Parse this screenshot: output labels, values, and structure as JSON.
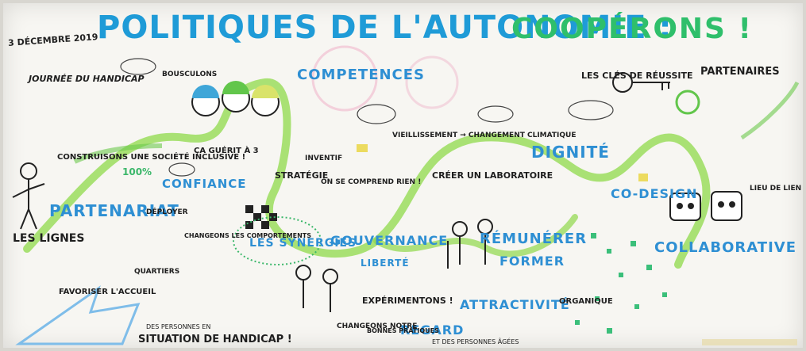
{
  "title": {
    "date": "3 DÉCEMBRE 2019",
    "main": "POLITIQUES DE L'AUTONOMIE :",
    "sub": "COOPÉRONS !"
  },
  "keywords": {
    "competences": "COMPETENCES",
    "partenariat": "PARTENARIAT",
    "confiance": "CONFIANCE",
    "synergies": "LES SYNERGIES",
    "gouvernance": "GOUVERNANCE",
    "liberte": "LIBERTÉ",
    "dignite": "DIGNITÉ",
    "codesign": "CO-DESIGN",
    "collaborative": "COLLABORATIVE",
    "remunerer": "RÉMUNÉRER",
    "former": "FORMER",
    "attractivite": "ATTRACTIVITÉ",
    "regard": "REGARD",
    "partenaires": "PARTENAIRES",
    "lignes": "LES LIGNES",
    "situation_handicap": "SITUATION DE HANDICAP !"
  },
  "annotations": {
    "journee": "JOURNÉE DU HANDICAP",
    "construisons": "CONSTRUISONS UNE SOCIÉTÉ INCLUSIVE !",
    "cent": "100%",
    "bousculer": "BOUSCULONS",
    "accueil": "FAVORISER L'ACCUEIL",
    "changeons_comportements": "CHANGEONS LES COMPORTEMENTS",
    "deployer": "DÉPLOYER",
    "strategie": "STRATÉGIE",
    "inventif": "INVENTIF",
    "laboratoire": "CRÉER UN LABORATOIRE",
    "vieillissement": "VIEILLISSEMENT → CHANGEMENT CLIMATIQUE",
    "experimentons": "EXPÉRIMENTONS !",
    "changeons_notre": "CHANGEONS NOTRE",
    "personnes_agees": "ET DES PERSONNES ÂGÉES",
    "les_cles": "LES CLÉS DE RÉUSSITE",
    "organique": "ORGANIQUE",
    "bonnes_pratiques": "BONNES PRATIQUES",
    "quartiers": "QUARTIERS",
    "perso_situation": "DES PERSONNES EN",
    "ca_guerit": "ÇA GUÉRIT À 3",
    "lieu_bien": "LIEU DE LIEN",
    "on_se_comprend": "ON SE COMPREND RIEN !"
  },
  "colors": {
    "title_blue": "#1f9bd7",
    "title_green": "#2fbf6b",
    "accent_lime": "#8fd94a",
    "ink": "#1e1e1e"
  }
}
